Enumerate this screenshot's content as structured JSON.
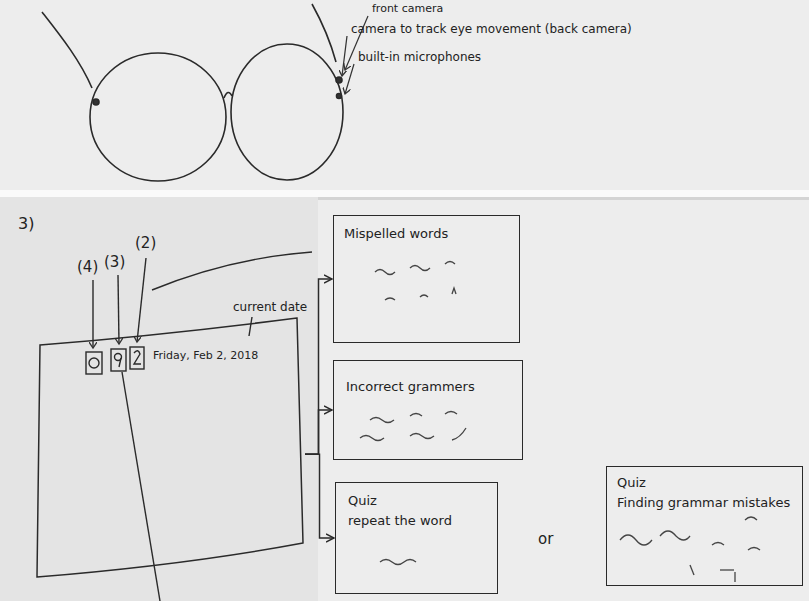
{
  "diagram": {
    "nodes": [
      {
        "text": [
          "Friday, Feb 2, 2018"
        ]
      },
      {
        "text": [
          "Mispelled words"
        ]
      },
      {
        "text": [
          "Incorrect grammers"
        ]
      },
      {
        "text": [
          "Quiz",
          "repeat the word"
        ]
      },
      {
        "text": [
          "Quiz",
          "Finding grammar mistakes"
        ]
      }
    ],
    "edges": [
      {
        "from": 0,
        "to": 1,
        "arrow": "to"
      },
      {
        "from": 0,
        "to": 2,
        "arrow": "to"
      },
      {
        "from": 0,
        "to": 3,
        "arrow": "to"
      }
    ],
    "labels": [
      "front camera",
      "camera to track eye movement (back camera)",
      "built-in microphones",
      "3)",
      "(4)",
      "(3)",
      "(2)",
      "current date",
      "or"
    ]
  }
}
